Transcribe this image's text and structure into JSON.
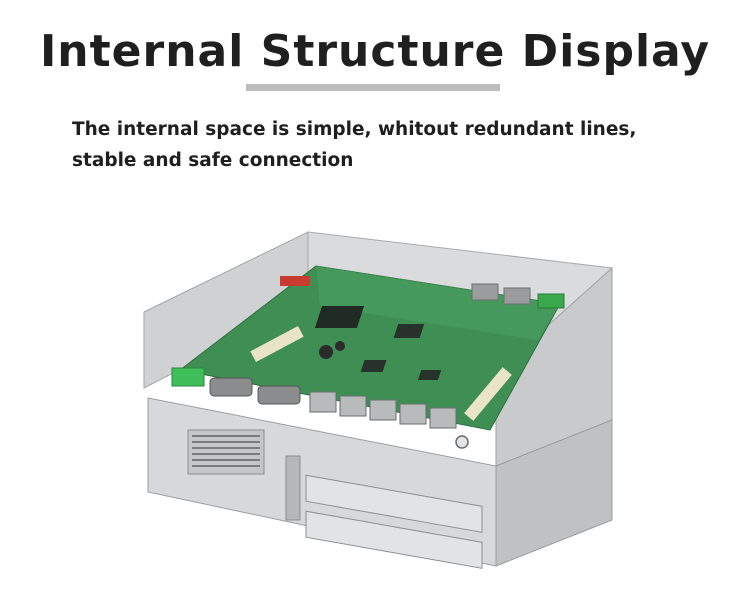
{
  "header": {
    "title": "Internal Structure Display",
    "subtitle_line1": "The internal space is simple, whitout redundant lines,",
    "subtitle_line2": "stable and safe connection"
  },
  "image": {
    "subject": "industrial-pc-open-chassis",
    "board_color": "#3f8f55",
    "chassis_color": "#d0d2d3"
  }
}
